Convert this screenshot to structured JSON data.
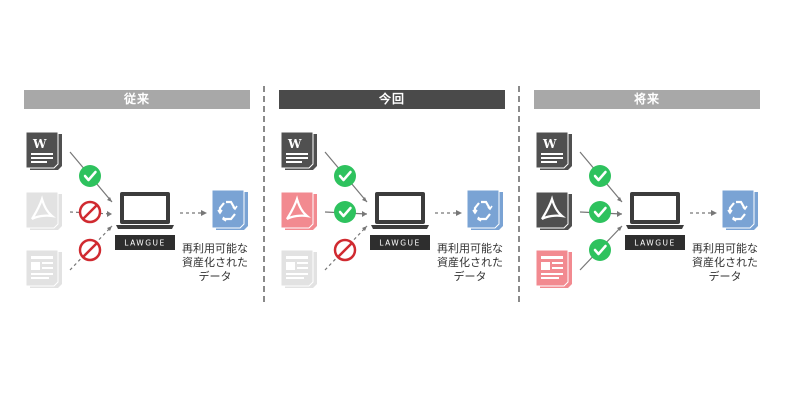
{
  "colors": {
    "header_light": "#a8a8a8",
    "header_dark": "#4a4a4a",
    "doc_dark": "#505050",
    "doc_faded": "#e2e2e2",
    "doc_pink": "#f28a90",
    "check": "#2ec25e",
    "ban": "#d02a30",
    "laptop": "#3c3c3c",
    "recycle_doc": "#7aa3d4"
  },
  "logo_text": "LAWGUE",
  "output_label_lines": [
    "再利用可能な",
    "資産化された",
    "データ"
  ],
  "icons": {
    "word_doc": "word-document-icon",
    "pdf_doc": "pdf-document-icon",
    "scan_doc": "scanned-document-icon",
    "accepted": "check-icon",
    "rejected": "prohibited-icon",
    "laptop": "laptop-icon",
    "recycled_data": "recycle-document-icon"
  },
  "panels": [
    {
      "title": "従来",
      "header_style": "light",
      "inputs": [
        {
          "type": "word",
          "state": "active",
          "status": "check"
        },
        {
          "type": "pdf",
          "state": "faded",
          "status": "ban"
        },
        {
          "type": "scan",
          "state": "faded",
          "status": "ban"
        }
      ]
    },
    {
      "title": "今回",
      "header_style": "dark",
      "inputs": [
        {
          "type": "word",
          "state": "active",
          "status": "check"
        },
        {
          "type": "pdf",
          "state": "pink",
          "status": "check"
        },
        {
          "type": "scan",
          "state": "faded",
          "status": "ban"
        }
      ]
    },
    {
      "title": "将来",
      "header_style": "light",
      "inputs": [
        {
          "type": "word",
          "state": "active",
          "status": "check"
        },
        {
          "type": "pdf",
          "state": "active",
          "status": "check"
        },
        {
          "type": "scan",
          "state": "pink",
          "status": "check"
        }
      ]
    }
  ]
}
